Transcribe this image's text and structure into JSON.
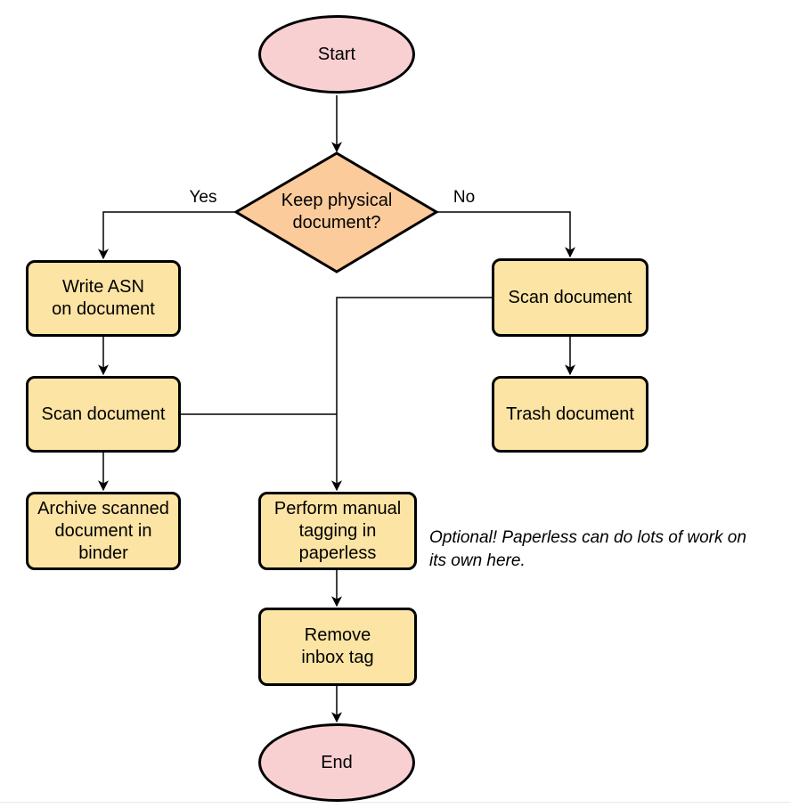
{
  "diagram": {
    "nodes": {
      "start": {
        "label": "Start"
      },
      "decision": {
        "label": "Keep physical\ndocument?"
      },
      "write_asn": {
        "label": "Write ASN\non document"
      },
      "scan_left": {
        "label": "Scan document"
      },
      "archive": {
        "label": "Archive scanned\ndocument in\nbinder"
      },
      "scan_right": {
        "label": "Scan document"
      },
      "trash": {
        "label": "Trash document"
      },
      "tagging": {
        "label": "Perform manual\ntagging in\npaperless"
      },
      "remove_inbox": {
        "label": "Remove\ninbox tag"
      },
      "end": {
        "label": "End"
      }
    },
    "edge_labels": {
      "yes": "Yes",
      "no": "No"
    },
    "note": {
      "text": "Optional! Paperless can do lots of work on\nits own here."
    },
    "colors": {
      "terminal_fill": "#f9d0d2",
      "decision_fill": "#fbcb9b",
      "process_fill": "#fce4a4",
      "stroke": "#000000",
      "note_text": "#000000"
    }
  }
}
